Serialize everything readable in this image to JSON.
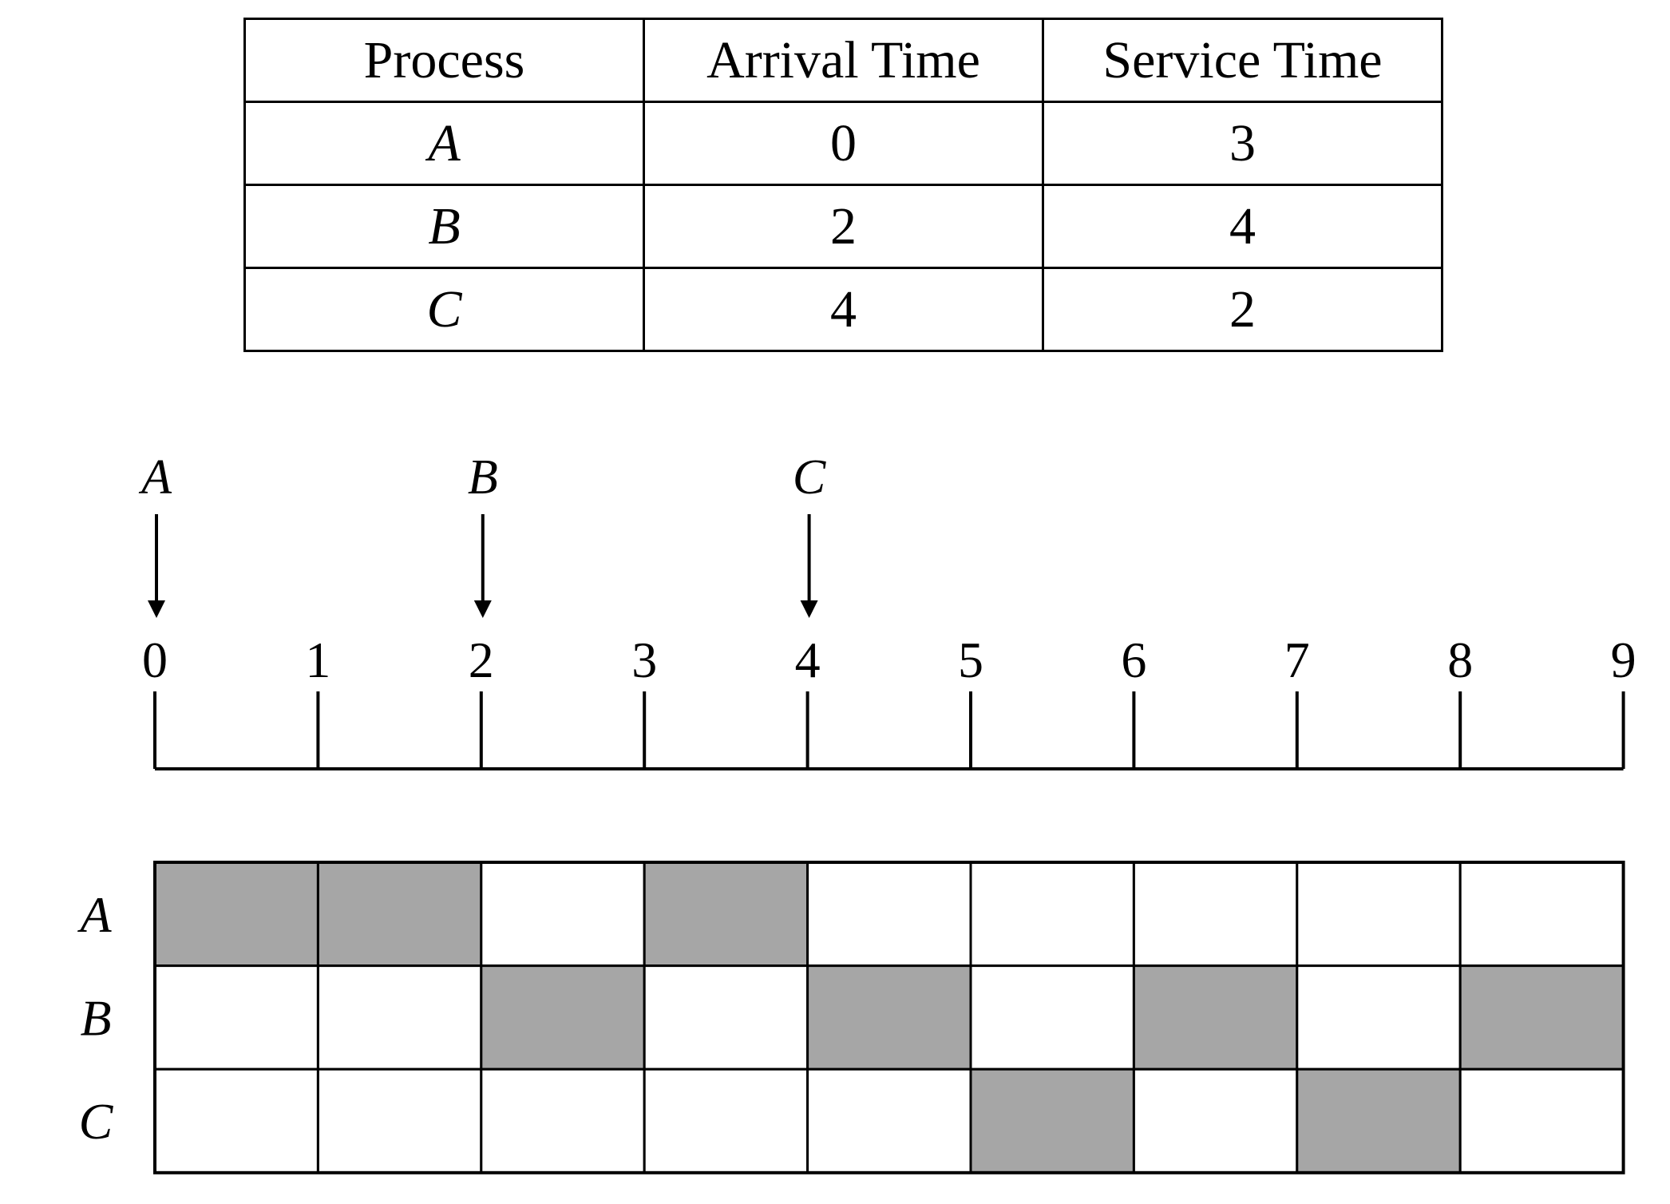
{
  "table": {
    "headers": [
      "Process",
      "Arrival Time",
      "Service Time"
    ],
    "rows": [
      {
        "process": "A",
        "arrival": "0",
        "service": "3"
      },
      {
        "process": "B",
        "arrival": "2",
        "service": "4"
      },
      {
        "process": "C",
        "arrival": "4",
        "service": "2"
      }
    ]
  },
  "timeline": {
    "ticks": [
      "0",
      "1",
      "2",
      "3",
      "4",
      "5",
      "6",
      "7",
      "8",
      "9"
    ],
    "arrivals": [
      {
        "process": "A",
        "time": 0
      },
      {
        "process": "B",
        "time": 2
      },
      {
        "process": "C",
        "time": 4
      }
    ]
  },
  "gantt": {
    "rows": [
      {
        "label": "A",
        "filled": [
          0,
          1,
          3
        ]
      },
      {
        "label": "B",
        "filled": [
          2,
          4,
          6,
          8
        ]
      },
      {
        "label": "C",
        "filled": [
          5,
          7
        ]
      }
    ],
    "slots": 9,
    "fill_color": "#a6a6a6",
    "empty_color": "#ffffff"
  }
}
